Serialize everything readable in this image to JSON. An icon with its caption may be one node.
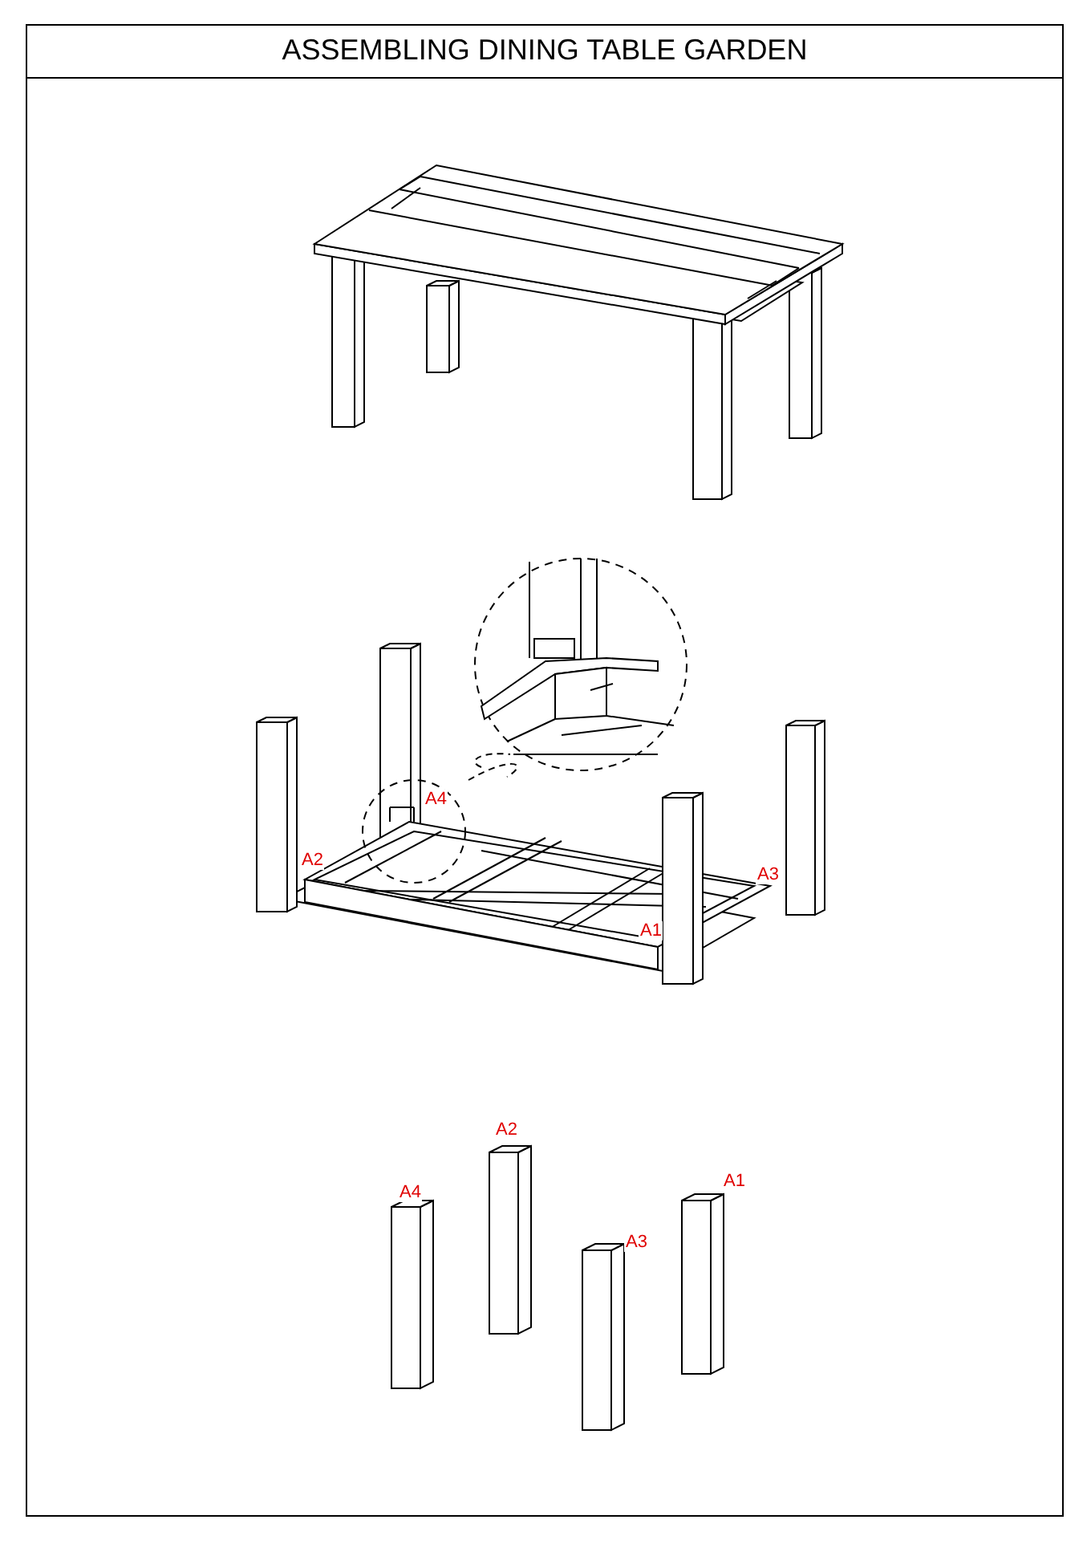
{
  "diagram": {
    "title": "ASSEMBLING DINING TABLE GARDEN",
    "labels": [
      "A4",
      "A2",
      "A3",
      "A1",
      "A2",
      "A1",
      "A4",
      "A3"
    ]
  }
}
